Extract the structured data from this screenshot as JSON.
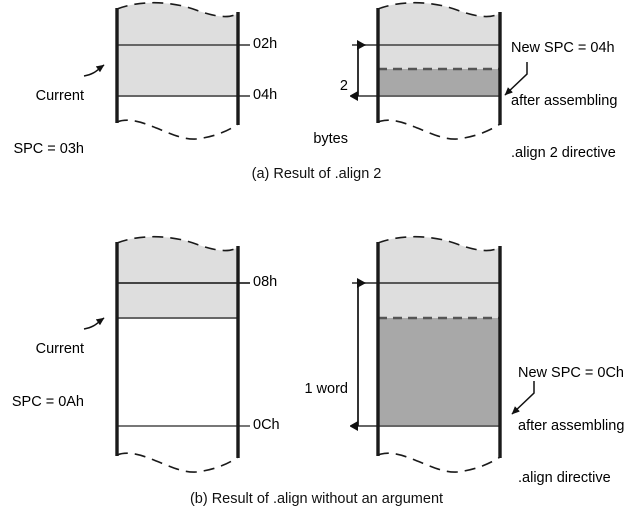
{
  "figure": {
    "title": "SPC alignment with the .align directive",
    "colors": {
      "light_shade": "#dedede",
      "dark_shade": "#a8a8a8",
      "outline": "#1a1a1a",
      "rule": "#666666",
      "background": "#ffffff",
      "text": "#111111"
    },
    "panels": [
      {
        "id": "a",
        "caption": "(a) Result of .align 2",
        "before": {
          "pointer_label_line1": "Current",
          "pointer_label_line2": "SPC = 03h",
          "address_marks": [
            "02h",
            "04h"
          ]
        },
        "after": {
          "dimension_line1": "2",
          "dimension_line2": "bytes",
          "annotation_line1": "New SPC = 04h",
          "annotation_line2": "after assembling",
          "annotation_line3": ".align 2 directive"
        }
      },
      {
        "id": "b",
        "caption": "(b) Result of .align without an argument",
        "before": {
          "pointer_label_line1": "Current",
          "pointer_label_line2": "SPC = 0Ah",
          "address_marks": [
            "08h",
            "0Ch"
          ]
        },
        "after": {
          "dimension_line1": "1 word",
          "annotation_line1": "New SPC = 0Ch",
          "annotation_line2": "after assembling",
          "annotation_line3": ".align directive"
        }
      }
    ]
  }
}
